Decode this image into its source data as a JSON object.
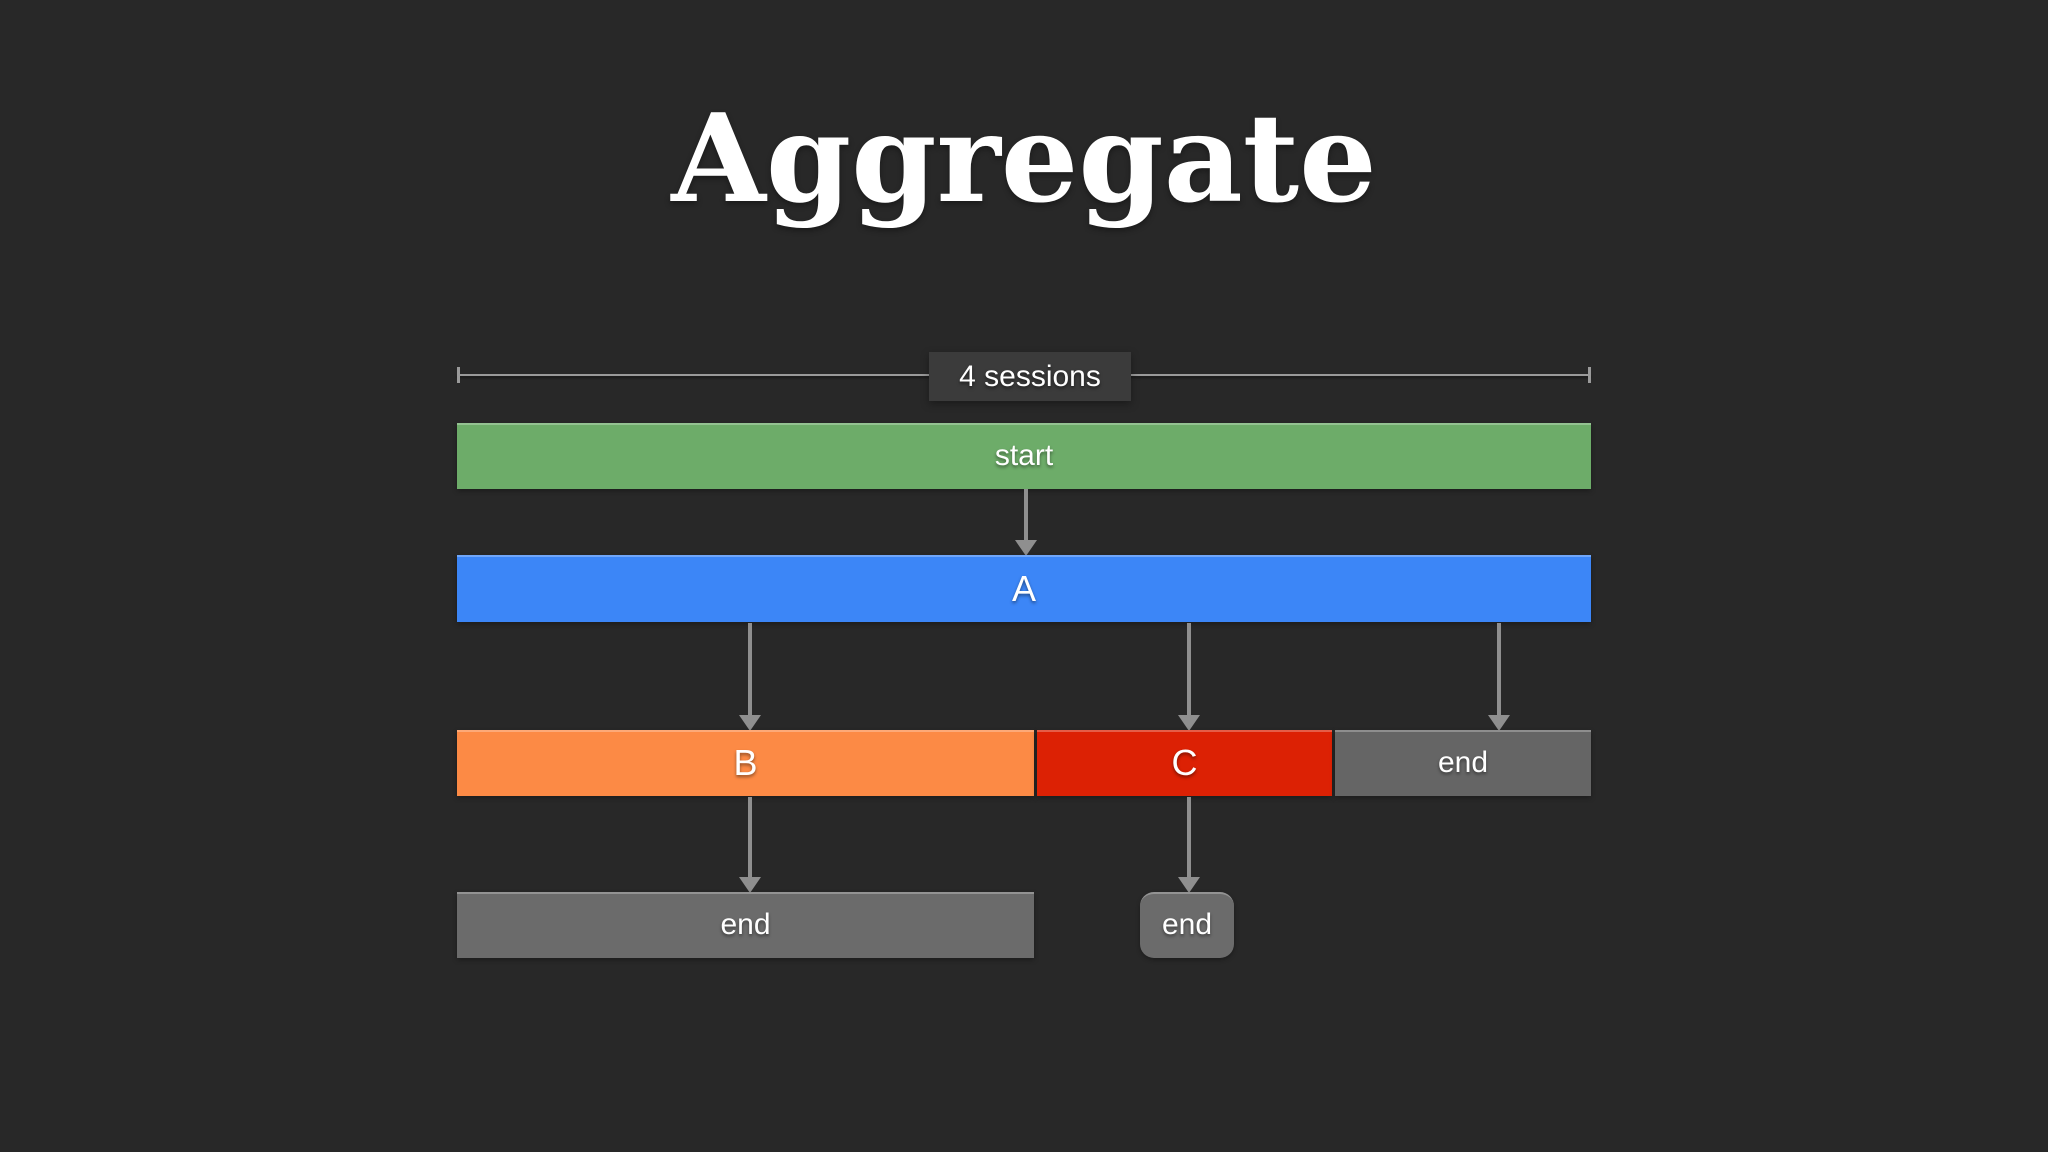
{
  "title": "Aggregate",
  "measure": {
    "label": "4 sessions",
    "span_sessions": 4
  },
  "colors": {
    "background": "#282828",
    "title_text": "#ffffff",
    "measure_line": "#9a9a9a",
    "measure_label_bg": "#3b3b3b",
    "arrow": "#8f8f8f",
    "node_start": "#6dac69",
    "node_a": "#3c86f7",
    "node_b": "#fc8a45",
    "node_c": "#dc2104",
    "node_end_row3": "#656565",
    "node_end_bottom": "#6b6b6b"
  },
  "diagram": {
    "nodes": {
      "start": {
        "label": "start",
        "sessions": 4
      },
      "a": {
        "label": "A",
        "sessions": 4
      },
      "b": {
        "label": "B",
        "sessions": 2
      },
      "c": {
        "label": "C",
        "sessions": 1
      },
      "end_after_a": {
        "label": "end",
        "sessions": 1
      },
      "end_after_b": {
        "label": "end",
        "sessions": 2
      },
      "end_after_c": {
        "label": "end",
        "sessions": 0
      }
    },
    "edges": [
      {
        "from": "start",
        "to": "A"
      },
      {
        "from": "A",
        "to": "B"
      },
      {
        "from": "A",
        "to": "C"
      },
      {
        "from": "A",
        "to": "end"
      },
      {
        "from": "B",
        "to": "end"
      },
      {
        "from": "C",
        "to": "end"
      }
    ]
  }
}
